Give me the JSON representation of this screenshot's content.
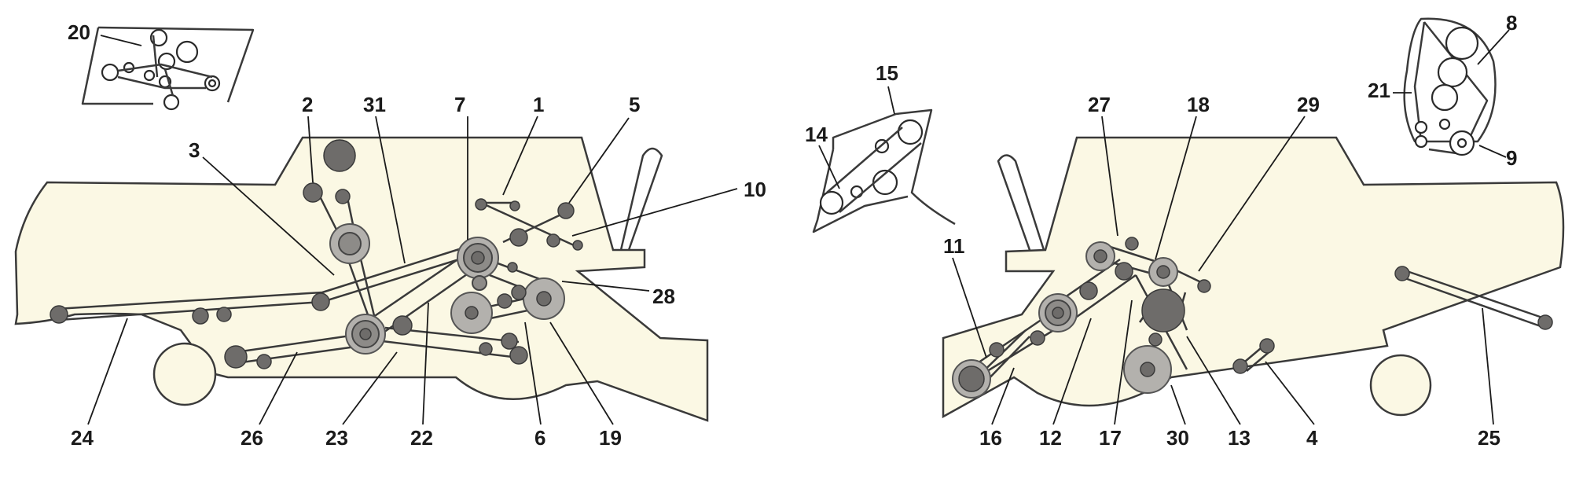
{
  "labels": {
    "left": [
      "20",
      "2",
      "31",
      "7",
      "1",
      "5",
      "3",
      "10",
      "28",
      "24",
      "26",
      "23",
      "22",
      "6",
      "19"
    ],
    "right": [
      "15",
      "14",
      "27",
      "18",
      "29",
      "8",
      "21",
      "9",
      "11",
      "16",
      "12",
      "17",
      "30",
      "13",
      "4",
      "25"
    ]
  },
  "colors": {
    "body_fill": "#fbf8e4",
    "pulley_light": "#b3b1ad",
    "pulley_dark": "#6e6c6a",
    "line": "#3a3a3a"
  }
}
